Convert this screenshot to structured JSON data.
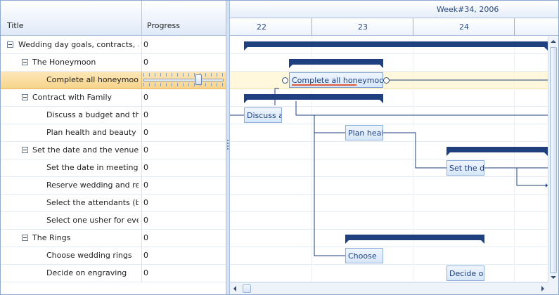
{
  "grid": {
    "columns": {
      "title": "Title",
      "progress": "Progress"
    },
    "rows": [
      {
        "title": "Wedding day goals, contracts, and",
        "progress": "0",
        "expandable": true
      },
      {
        "title": "The Honeymoon",
        "progress": "0",
        "expandable": true
      },
      {
        "title": "Complete all honeymoon",
        "progress": "",
        "expandable": false,
        "selected": true,
        "progress_value": 0.7
      },
      {
        "title": "Contract with Family",
        "progress": "0",
        "expandable": true
      },
      {
        "title": "Discuss a budget and the",
        "progress": "0",
        "expandable": false
      },
      {
        "title": "Plan health and beauty pr",
        "progress": "0",
        "expandable": false
      },
      {
        "title": "Set the date and the venue",
        "progress": "0",
        "expandable": true
      },
      {
        "title": "Set the date in meeting wi",
        "progress": "0",
        "expandable": false
      },
      {
        "title": "Reserve wedding and rece",
        "progress": "0",
        "expandable": false
      },
      {
        "title": "Select the attendants (brid",
        "progress": "0",
        "expandable": false
      },
      {
        "title": "Select one usher for every",
        "progress": "0",
        "expandable": false
      },
      {
        "title": "The Rings",
        "progress": "0",
        "expandable": true
      },
      {
        "title": "Choose wedding rings",
        "progress": "0",
        "expandable": false
      },
      {
        "title": "Decide on engraving",
        "progress": "0",
        "expandable": false
      }
    ]
  },
  "timeline": {
    "week": "Week#34, 2006",
    "days": [
      "22",
      "23",
      "24"
    ]
  },
  "tasks": {
    "complete_honeymoon": "Complete all honeymoon",
    "discuss": "Discuss a",
    "plan": "Plan heal",
    "set_date": "Set the d",
    "choose": "Choose",
    "decide": "Decide o"
  },
  "colors": {
    "accent": "#1f3f7f",
    "selection": "#f8d48b",
    "task_fill": "#d7e7f9"
  }
}
